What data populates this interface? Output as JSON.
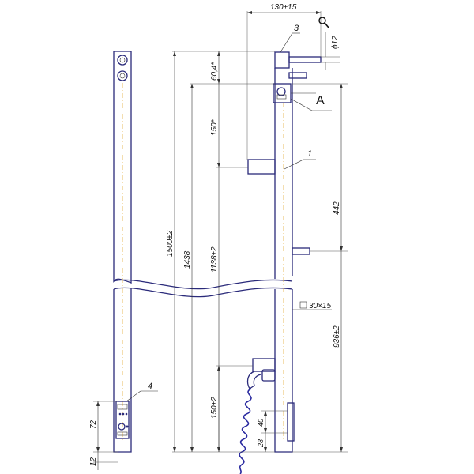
{
  "drawing": {
    "dimensions": {
      "bracket_offset": "130±15",
      "pipe_diameter": "ϕ12",
      "top_offset": "60,4*",
      "first_bar_offset": "150*",
      "overall_height": "1500±2",
      "mid_height": "1438",
      "bar_span": "1138±2",
      "right_span": "442",
      "profile_section": "30×15",
      "lower_span": "936±2",
      "bottom_bracket": "150±2",
      "cable_offset": "40",
      "cable_gap": "28",
      "panel_height": "72",
      "base_offset": "12"
    },
    "callouts": {
      "item_1": "1",
      "item_3": "3",
      "item_4": "4",
      "view_a": "A"
    },
    "icons": {
      "zoom": "magnifier-icon",
      "section": "square-section-icon"
    },
    "colors": {
      "outline": "#2a2a7a",
      "centerline": "#e0a020",
      "spring": "#2a2aa0"
    }
  }
}
